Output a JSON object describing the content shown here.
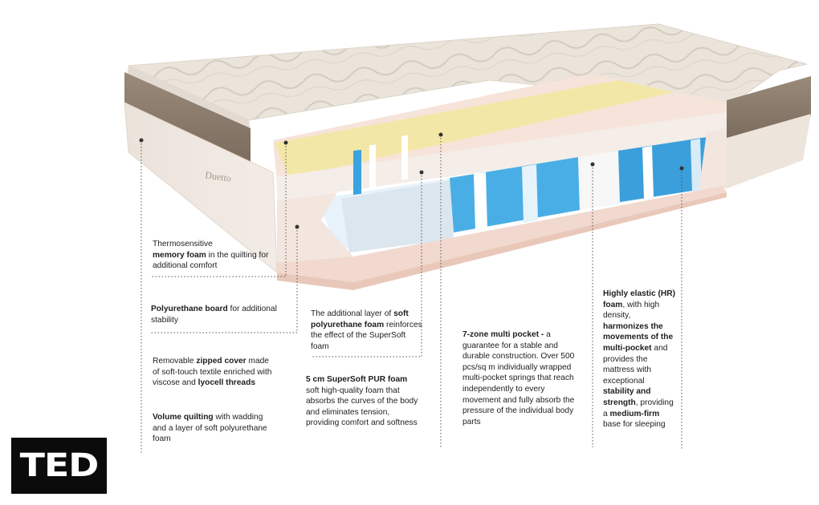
{
  "product": {
    "brand_on_mattress": "Duetto"
  },
  "logo": {
    "text": "TED"
  },
  "annotations": {
    "memory_foam": {
      "pre": "Thermosensitive",
      "bold": "memory foam",
      "post": " in the quilting for additional comfort"
    },
    "pu_board": {
      "bold": "Polyurethane board",
      "post": " for additional stability"
    },
    "zipped_cover": {
      "pre": "Removable ",
      "bold1": "zipped cover",
      "mid": " made of soft-touch textile enriched with viscose and ",
      "bold2": "lyocell threads"
    },
    "volume_quilting": {
      "bold": "Volume quilting",
      "post": " with wadding and a layer of soft polyurethane foam"
    },
    "soft_layer": {
      "pre": "The additional layer of ",
      "bold": "soft polyurethane foam",
      "post": " reinforces the effect of the SuperSoft foam"
    },
    "supersoft": {
      "bold": "5 cm SuperSoft PUR foam",
      "post": " soft high-quality foam that absorbs the curves of the body and eliminates tension, providing comfort and softness"
    },
    "multipocket": {
      "bold": "7-zone multi pocket -",
      "post": " a guarantee for a stable and durable construction. Over 500 pcs/sq m individually wrapped multi-pocket springs that reach independently to every movement and fully absorb the pressure of the individual body parts"
    },
    "hr_foam": {
      "b1": "Highly elastic (HR) foam",
      "p1": ", with high density, ",
      "b2": "harmonizes the movements of the multi-pocket",
      "p2": " and provides the mattress with exceptional ",
      "b3": "stability and strength",
      "p3": ", providing a ",
      "b4": "medium-firm",
      "p4": " base for sleeping"
    }
  },
  "colors": {
    "quilt": "#e9e2d9",
    "brown_band": "#8a7a6b",
    "memory_foam": "#f3e7a8",
    "blue_spring": "#3aa3e0",
    "pu_base": "#f1d9cf"
  }
}
